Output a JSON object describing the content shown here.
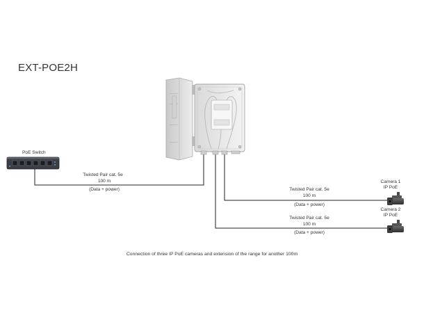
{
  "title": "EXT-POE2H",
  "switch_label": "PoE Switch",
  "links": [
    {
      "cable": "Twisted Pair cat. 5e",
      "length": "100 m",
      "note": "(Data + power)"
    },
    {
      "cable": "Twisted Pair cat. 5e",
      "length": "100 m",
      "note": "(Data + power)"
    },
    {
      "cable": "Twisted Pair cat. 5e",
      "length": "100 m",
      "note": "(Data + power)"
    }
  ],
  "cameras": [
    {
      "name": "Camera 1",
      "type": "IP PoE"
    },
    {
      "name": "Camera 2",
      "type": "IP PoE"
    }
  ],
  "caption": "Connection of three IP PoE cameras and extension of the range for another 100m"
}
